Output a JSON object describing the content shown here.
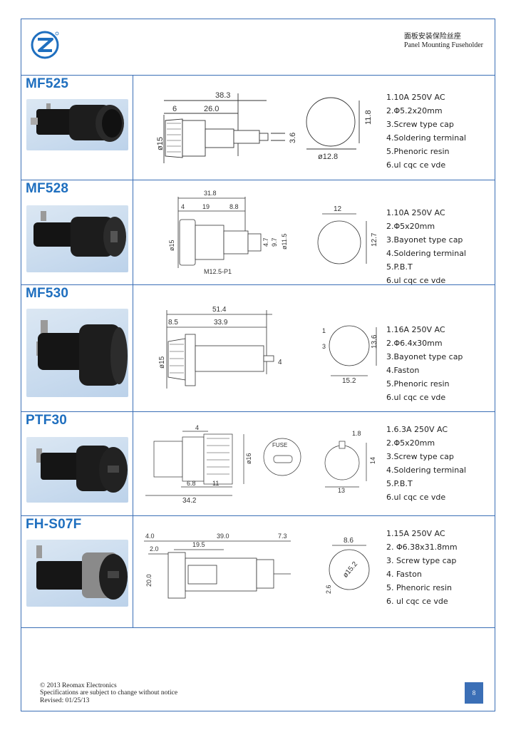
{
  "header": {
    "title_cn": "面板安装保险丝座",
    "title_en": "Panel Mounting Fuseholder"
  },
  "products": [
    {
      "model": "MF525",
      "specs": [
        "1.10A 250V AC",
        "2.Φ5.2x20mm",
        "3.Screw type cap",
        "4.Soldering terminal",
        "5.Phenoric resin",
        "6.ul cqc ce vde"
      ],
      "dims": {
        "overall": "38.3",
        "a": "6",
        "b": "26.0",
        "dia": "ø15",
        "pin": "3.6",
        "cap_dia": "ø12.8",
        "cap_h": "11.8"
      }
    },
    {
      "model": "MF528",
      "specs": [
        "1.10A 250V AC",
        "2.Φ5x20mm",
        "3.Bayonet type cap",
        "4.Soldering terminal",
        "5.P.B.T",
        "6.ul cqc ce vde"
      ],
      "dims": {
        "overall": "31.8",
        "a": "4",
        "b": "19",
        "c": "8.8",
        "dia": "ø15",
        "d1": "4.7",
        "d2": "9.7",
        "d3": "ø11.5",
        "thread": "M12.5-P1",
        "cap_w": "12",
        "cap_h": "12.7"
      }
    },
    {
      "model": "MF530",
      "specs": [
        "1.16A 250V AC",
        "2.Φ6.4x30mm",
        "3.Bayonet type cap",
        "4.Faston",
        "5.Phenoric resin",
        "6.ul cqc ce vde"
      ],
      "dims": {
        "overall": "51.4",
        "a": "8.5",
        "b": "33.9",
        "dia": "ø15",
        "pin": "4",
        "c1": "1",
        "c2": "3",
        "cap_h": "13.6",
        "cap_w": "15.2"
      }
    },
    {
      "model": "PTF30",
      "specs": [
        "1.6.3A 250V AC",
        "2.Φ5x20mm",
        "3.Screw type cap",
        "4.Soldering terminal",
        "5.P.B.T",
        "6.ul cqc ce vde"
      ],
      "dims": {
        "a": "4",
        "dia": "ø16",
        "b": "6.8",
        "c": "11",
        "overall": "34.2",
        "cap_t": "1.8",
        "cap_h": "14",
        "cap_w": "13",
        "cap_text": "FUSE"
      }
    },
    {
      "model": "FH-S07F",
      "specs": [
        "1.15A 250V AC",
        "2. Φ6.38x31.8mm",
        "3. Screw type cap",
        "4. Faston",
        "5. Phenoric resin",
        "6. ul cqc ce vde"
      ],
      "dims": {
        "a": "4.0",
        "overall": "39.0",
        "b": "7.3",
        "c": "2.0",
        "d": "19.5",
        "h": "20.0",
        "cap_w": "8.6",
        "cap_dia": "ø15.2",
        "cap_t": "2.6"
      }
    }
  ],
  "footer": {
    "line1": "© 2013 Reomax Electronics",
    "line2": "Specifications are subject to change without notice",
    "line3": "Revised: 01/25/13",
    "page_number": "8"
  },
  "colors": {
    "accent": "#3b6fb6",
    "model_text": "#1f6fbf"
  }
}
